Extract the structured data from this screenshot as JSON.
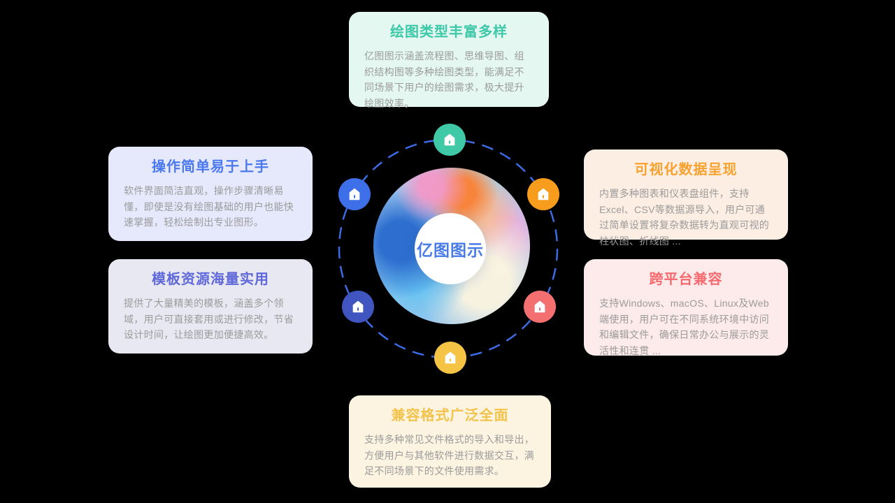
{
  "background_color": "#000000",
  "center": {
    "label": "亿图图示",
    "label_color": "#4a7ce8",
    "ring_color": "#3d6be4"
  },
  "nodes": [
    {
      "id": "top",
      "icon": "home-icon",
      "color": "#3fc9a7"
    },
    {
      "id": "left-top",
      "icon": "home-icon",
      "color": "#3d6fe8"
    },
    {
      "id": "right-top",
      "icon": "home-icon",
      "color": "#f79c1d"
    },
    {
      "id": "left-bottom",
      "icon": "home-icon",
      "color": "#4055c0"
    },
    {
      "id": "right-bottom",
      "icon": "home-icon",
      "color": "#f47070"
    },
    {
      "id": "bottom",
      "icon": "home-icon",
      "color": "#f5c445"
    }
  ],
  "cards": [
    {
      "id": "top",
      "title": "绘图类型丰富多样",
      "title_color": "#3dc8a8",
      "bg": "#e4f7f0",
      "body": "亿图图示涵盖流程图、思维导图、组织结构图等多种绘图类型，能满足不同场景下用户的绘图需求，极大提升绘图效率。"
    },
    {
      "id": "left-top",
      "title": "操作简单易于上手",
      "title_color": "#4a78ee",
      "bg": "#e6e9fc",
      "body": "软件界面简洁直观，操作步骤清晰易懂，即使是没有绘图基础的用户也能快速掌握，轻松绘制出专业图形。"
    },
    {
      "id": "left-bottom",
      "title": "模板资源海量实用",
      "title_color": "#5f68d8",
      "bg": "#e8e8f3",
      "body": "提供了大量精美的模板，涵盖多个领域，用户可直接套用或进行修改，节省设计时间，让绘图更加便捷高效。"
    },
    {
      "id": "right-top",
      "title": "可视化数据呈现",
      "title_color": "#f7a22e",
      "bg": "#fdeee4",
      "body": "内置多种图表和仪表盘组件，支持Excel、CSV等数据源导入，用户可通过简单设置将复杂数据转为直观可视的柱状图、折线图 ..."
    },
    {
      "id": "right-bottom",
      "title": "跨平台兼容",
      "title_color": "#f56a6e",
      "bg": "#fdeaea",
      "body": "支持Windows、macOS、Linux及Web端使用，用户可在不同系统环境中访问和编辑文件，确保日常办公与展示的灵活性和连贯 ..."
    },
    {
      "id": "bottom",
      "title": "兼容格式广泛全面",
      "title_color": "#f2c34a",
      "bg": "#fdf3e1",
      "body": "支持多种常见文件格式的导入和导出，方便用户与其他软件进行数据交互，满足不同场景下的文件使用需求。"
    }
  ]
}
